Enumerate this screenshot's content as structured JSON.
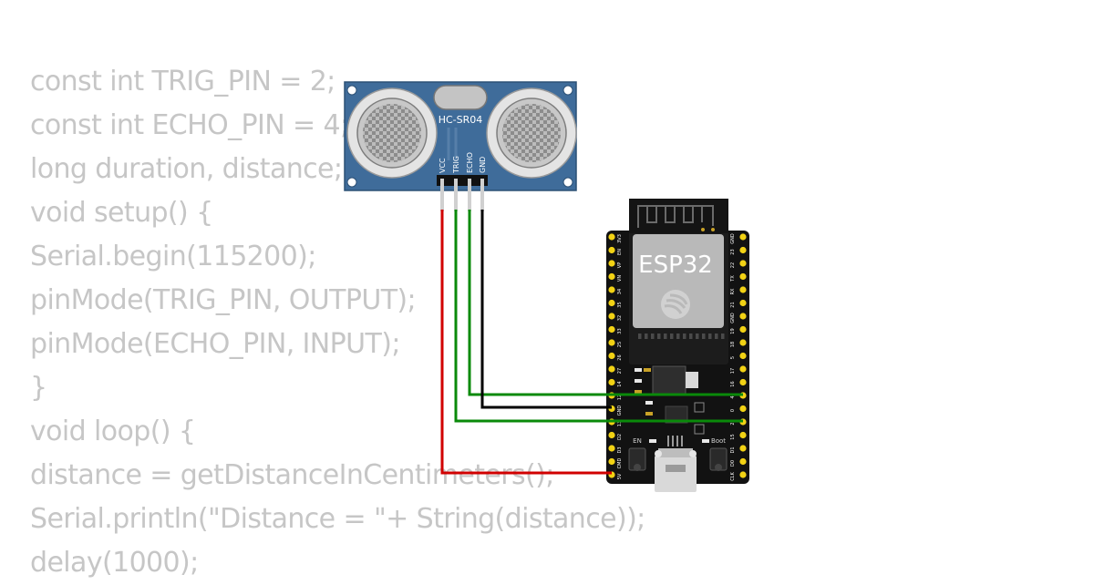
{
  "code": {
    "lines": [
      "const int TRIG_PIN = 2;",
      "const int ECHO_PIN = 4;",
      "long duration, distance;",
      "void setup() {",
      "Serial.begin(115200);",
      "pinMode(TRIG_PIN, OUTPUT);",
      "pinMode(ECHO_PIN, INPUT);",
      "}",
      "void loop() {",
      "distance = getDistanceInCentimeters();",
      "Serial.println(\"Distance = \"+ String(distance));",
      "delay(1000);"
    ]
  },
  "sensor": {
    "name": "HC-SR04",
    "pins": [
      "VCC",
      "TRIG",
      "ECHO",
      "GND"
    ],
    "board_color": "#3f6c9a"
  },
  "board": {
    "name": "ESP32",
    "en_label": "EN",
    "boot_label": "Boot",
    "left_pins": [
      "3V3",
      "EN",
      "VP",
      "VN",
      "34",
      "35",
      "32",
      "33",
      "25",
      "26",
      "27",
      "14",
      "12",
      "GND",
      "13",
      "D2",
      "D3",
      "CMD",
      "5V"
    ],
    "right_pins": [
      "GND",
      "23",
      "22",
      "TX",
      "RX",
      "21",
      "GND",
      "19",
      "18",
      "5",
      "17",
      "16",
      "4",
      "0",
      "2",
      "15",
      "D1",
      "D0",
      "CLK"
    ]
  },
  "wires": [
    {
      "label": "VCC → 5V",
      "color": "#d10000"
    },
    {
      "label": "TRIG → 2",
      "color": "#0a8a0a"
    },
    {
      "label": "ECHO → 4",
      "color": "#0a8a0a"
    },
    {
      "label": "GND → GND",
      "color": "#000000"
    }
  ]
}
